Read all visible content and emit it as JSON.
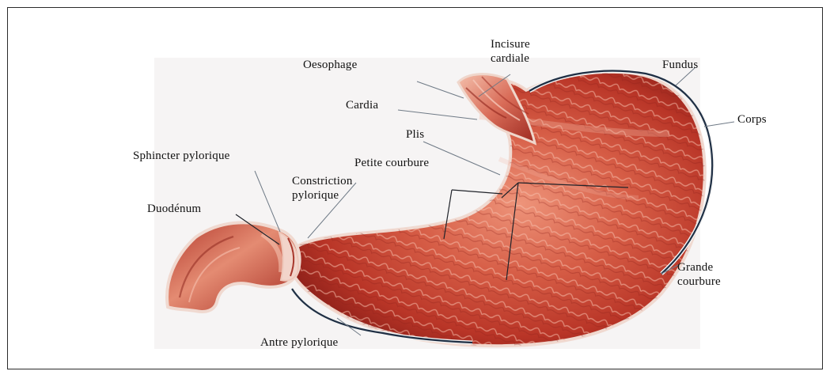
{
  "figure": {
    "labels": {
      "incisure_cardiale": "Incisure\ncardiale",
      "oesophage": "Oesophage",
      "fundus": "Fundus",
      "cardia": "Cardia",
      "corps": "Corps",
      "plis": "Plis",
      "sphincter_pylorique": "Sphincter pylorique",
      "petite_courbure": "Petite courbure",
      "constriction_pylorique": "Constriction\npylorique",
      "duodenum": "Duodénum",
      "grande_courbure": "Grande\ncourbure",
      "antre_pylorique": "Antre pylorique"
    },
    "colors": {
      "tissue_dark": "#8f1f1b",
      "tissue_main": "#c9483a",
      "tissue_light": "#e78a73",
      "tissue_highlight": "#f1b49f",
      "background": "#f6f4f4",
      "line": "#20232a",
      "outline": "#1f2f44"
    }
  }
}
